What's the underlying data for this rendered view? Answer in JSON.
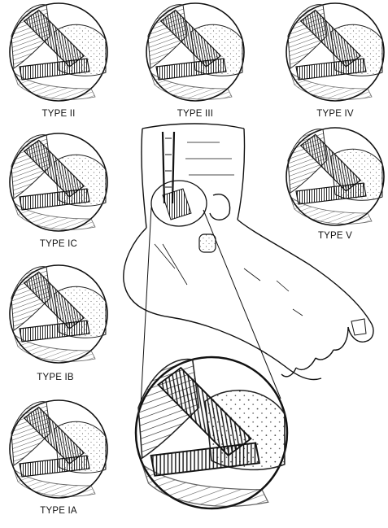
{
  "labels": {
    "type_ii": "TYPE II",
    "type_iii": "TYPE III",
    "type_iv": "TYPE IV",
    "type_ic": "TYPE IC",
    "type_v": "TYPE V",
    "type_ib": "TYPE IB",
    "type_ia": "TYPE IA"
  }
}
